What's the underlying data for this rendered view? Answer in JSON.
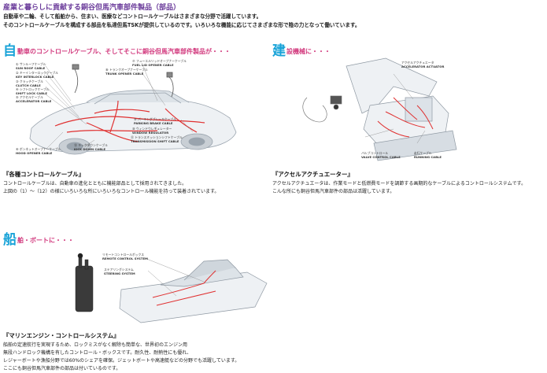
{
  "page": {
    "title": "産業と暮らしに貢献する銅谷但馬汽車部件製品（部品）",
    "intro_lines": [
      "自動車や二輪、そして船舶から、住まい、医療などコントロールケーブルはさまざまな分野で活躍しています。",
      "そのコントロールケーブルを構成する部品を私達但馬TSKが提供しているのです。いろいろな機能に応じてさまざまな形で陰の力となって働いています。"
    ]
  },
  "car": {
    "head_char": "自",
    "head_rest": "動車のコントロールケーブル、そしてそこに銅谷但馬汽車部件製品が・・・",
    "section_title": "『各種コントロールケーブル』",
    "desc_lines": [
      "コントロールケーブルは、自動車の進化とともに機能部品として採用されてきました。",
      "上図の（1）～（12）の様にいろいろな所にいろいろなコントロール機能を持って装着されています。"
    ],
    "labels": [
      {
        "num": "①",
        "jp": "サンルーフケーブル",
        "en": "SUN ROOF CABLE"
      },
      {
        "num": "②",
        "jp": "キーインターロックケーブル",
        "en": "KEY INTERLOCK CABLE"
      },
      {
        "num": "③",
        "jp": "クラッチケーブル",
        "en": "CLUTCH CABLE"
      },
      {
        "num": "④",
        "jp": "シフトロックケーブル",
        "en": "SHIFT LOCK CABLE"
      },
      {
        "num": "⑤",
        "jp": "アクセルケーブル",
        "en": "ACCELERATOR CABLE"
      },
      {
        "num": "⑥",
        "jp": "ボンネットオープナーケーブル",
        "en": "HOOD OPENER CABLE"
      },
      {
        "num": "⑦",
        "jp": "フューエルリッドオープナーケーブル",
        "en": "FUEL LID OPENER CABLE"
      },
      {
        "num": "⑧",
        "jp": "トランクオープナーケーブル",
        "en": "TRUNK OPENER CABLE"
      },
      {
        "num": "⑨",
        "jp": "パーキングブレーキケーブル",
        "en": "PARKING BRAKE CABLE"
      },
      {
        "num": "⑩",
        "jp": "ウィンドウレギュレーター",
        "en": "WINDOW REGULATOR"
      },
      {
        "num": "⑪",
        "jp": "トランスミッションシフトケーブル",
        "en": "TRANSMISSION SHIFT CABLE"
      },
      {
        "num": "⑫",
        "jp": "キックダウンケーブル",
        "en": "KICK DOWN CABLE"
      }
    ]
  },
  "construction": {
    "head_char": "建",
    "head_rest": "設機械に・・・",
    "section_title": "『アクセルアクチュエーター』",
    "desc_lines": [
      "アクセルアクチュエータは、作業モードと低燃費モードを調節する画期的なケーブルによるコントロールシステムです。",
      "こんな所にも銅谷但馬汽車部件の部品は活躍しています。"
    ],
    "labels": {
      "actuator_jp": "アクセルアクチュエータ",
      "actuator_en": "ACCELERATOR ACTUATOR",
      "valve_jp": "バルブコントロール",
      "valve_en": "VALVE CONTROL CABLE",
      "running_jp": "走行ケーブル",
      "running_en": "RUNNING CABLE"
    }
  },
  "boat": {
    "head_char": "船",
    "head_rest": "舶・ボートに・・・",
    "section_title": "『マリンエンジン・コントロールシステム』",
    "desc_lines": [
      "船舶の定速航行を実現するため、ロックミスがなく解除も簡単な、世界初のエンジン用",
      "無段ハンドロック機構を有したコントロール・ボックスです。耐久性、耐熱性にも優れ、",
      "レジャーボートや漁船分野では60%のシェアを確保。ジェットボートや高速艇などの分野でも活躍しています。",
      "ここにも銅谷但馬汽車部件の部品は付いているのです。"
    ],
    "labels": {
      "remote_jp": "リモートコントロールボックス",
      "remote_en": "REMOTE CONTROL SYSTEM",
      "steering_jp": "ステアリングシステム",
      "steering_en": "STEERING SYSTEM"
    }
  },
  "colors": {
    "title": "#6a3a9a",
    "heading": "#d23a7e",
    "heading_initial": "#19a3d8",
    "cable_red": "#e03030"
  }
}
